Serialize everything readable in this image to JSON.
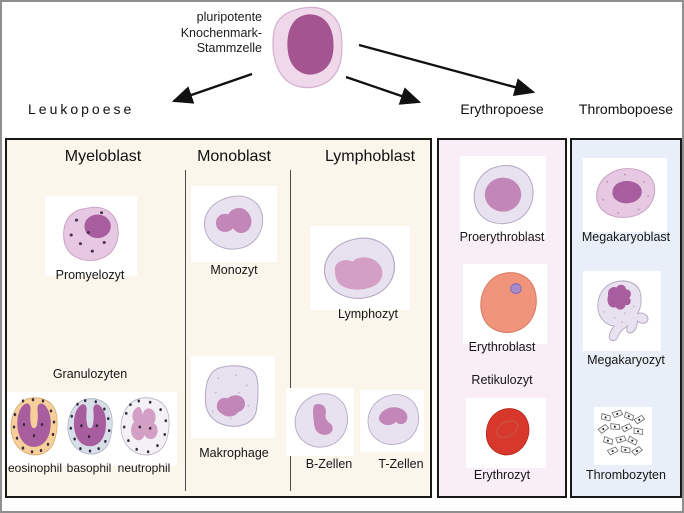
{
  "stem": {
    "line1": "pluripotente",
    "line2": "Knochenmark-",
    "line3": "Stammzelle"
  },
  "branches": {
    "leuko": "Leukopoese",
    "ery": "Erythropoese",
    "thrombo": "Thrombopoese"
  },
  "leuko": {
    "headers": {
      "myeloblast": "Myeloblast",
      "monoblast": "Monoblast",
      "lymphoblast": "Lymphoblast"
    },
    "myelo": {
      "promyelozyt": "Promyelozyt",
      "granulozyten": "Granulozyten",
      "eosinophil": "eosinophil",
      "basophil": "basophil",
      "neutrophil": "neutrophil"
    },
    "mono": {
      "monozyt": "Monozyt",
      "makrophage": "Makrophage"
    },
    "lympho": {
      "lymphozyt": "Lymphozyt",
      "b_zellen": "B-Zellen",
      "t_zellen": "T-Zellen"
    }
  },
  "ery": {
    "proerythroblast": "Proerythroblast",
    "erythroblast": "Erythroblast",
    "retikulozyt": "Retikulozyt",
    "erythrozyt": "Erythrozyt"
  },
  "thrombo": {
    "megakaryoblast": "Megakaryoblast",
    "megakaryozyt": "Megakaryozyt",
    "thrombozyten": "Thrombozyten"
  },
  "palette": {
    "leuko_box_bg": "#faf6ec",
    "ery_box_bg": "#f9edf6",
    "thrombo_box_bg": "#e9eff8",
    "stem_body": "#eed8ea",
    "stem_nucleus": "#a4548e",
    "pink_body": "#e6c8e2",
    "lavender_body": "#e8e2f0",
    "pale_body": "#f3f0f6",
    "eosinophil_body": "#f6cf9b",
    "basophil_body": "#d8dfe9",
    "erythroblast_body": "#f0947c",
    "erythroblast_nucleus": "#a58bc9",
    "erythrozyt_body": "#d8382b",
    "nucleus_dark": "#a85d9e",
    "nucleus_mid": "#c287b8",
    "nucleus_light": "#d49fc4",
    "granule_dark": "#3a2c44"
  }
}
